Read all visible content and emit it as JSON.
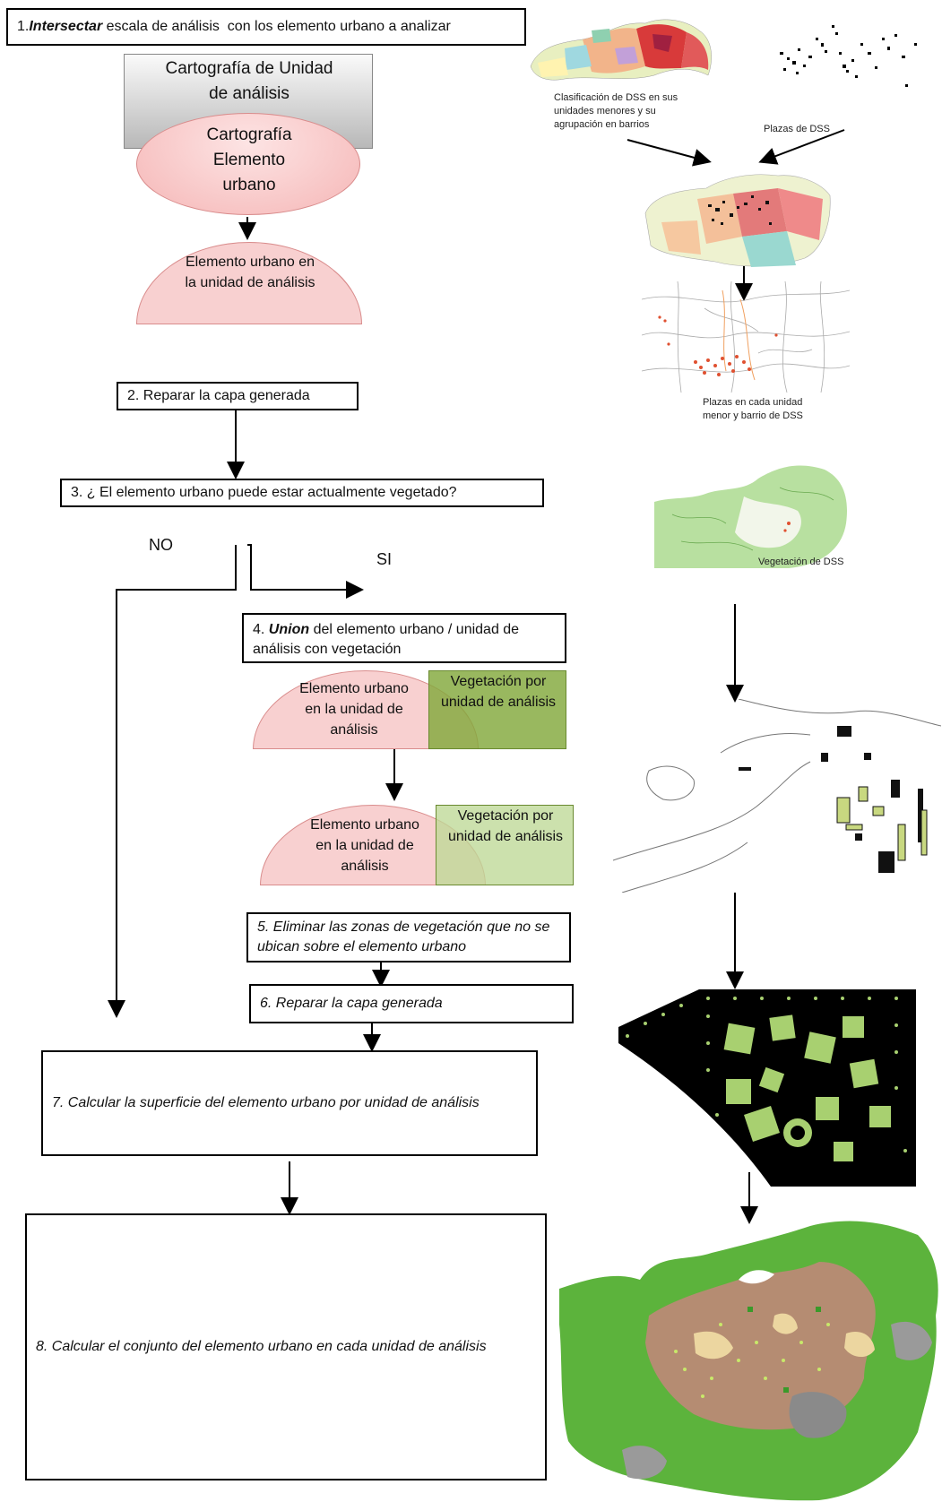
{
  "steps": {
    "s1_bold": "Intersectar",
    "s1_prefix": "1. ",
    "s1_rest": " escala de análisis  con los elemento urbano a analizar",
    "s2": "2. Reparar la capa generada",
    "s3": "3. ¿ El elemento urbano puede estar actualmente vegetado?",
    "s4_prefix": "4. ",
    "s4_bold": "Union",
    "s4_rest": " del elemento urbano / unidad de análisis con vegetación",
    "s5": "5. Eliminar las zonas de vegetación que no se ubican sobre el elemento urbano",
    "s6": "6. Reparar la capa generada",
    "s7": "7. Calcular la superficie del elemento urbano por unidad de análisis",
    "s8": "8. Calcular el conjunto del elemento urbano en cada unidad de análisis"
  },
  "shapes": {
    "unidad_rect": "Cartografía de Unidad  de análisis",
    "elemento_ellipse": "Cartografía Elemento urbano",
    "half_ellipse_1": "Elemento urbano en la unidad de análisis",
    "half_ellipse_2": "Elemento urbano en la unidad de análisis",
    "half_ellipse_3": "Elemento urbano en la unidad de análisis",
    "veg_box_1": "Vegetación por unidad de análisis",
    "veg_box_2": "Vegetación por unidad de análisis"
  },
  "branches": {
    "no": "NO",
    "si": "SI"
  },
  "map_labels": {
    "clasificacion": "Clasificación de DSS en sus unidades menores y su agrupación en barrios",
    "plazas": "Plazas de DSS",
    "plazas_unidad": "Plazas  en cada  unidad menor y barrio de DSS",
    "vegetacion": "Vegetación de DSS"
  },
  "colors": {
    "pink": "#f7c5c5",
    "pink_border": "#d98c8c",
    "green_dark": "#8fb050",
    "green_light": "#c6dc9a",
    "map_green": "#5fb83a",
    "map_brown": "#b48a72"
  }
}
